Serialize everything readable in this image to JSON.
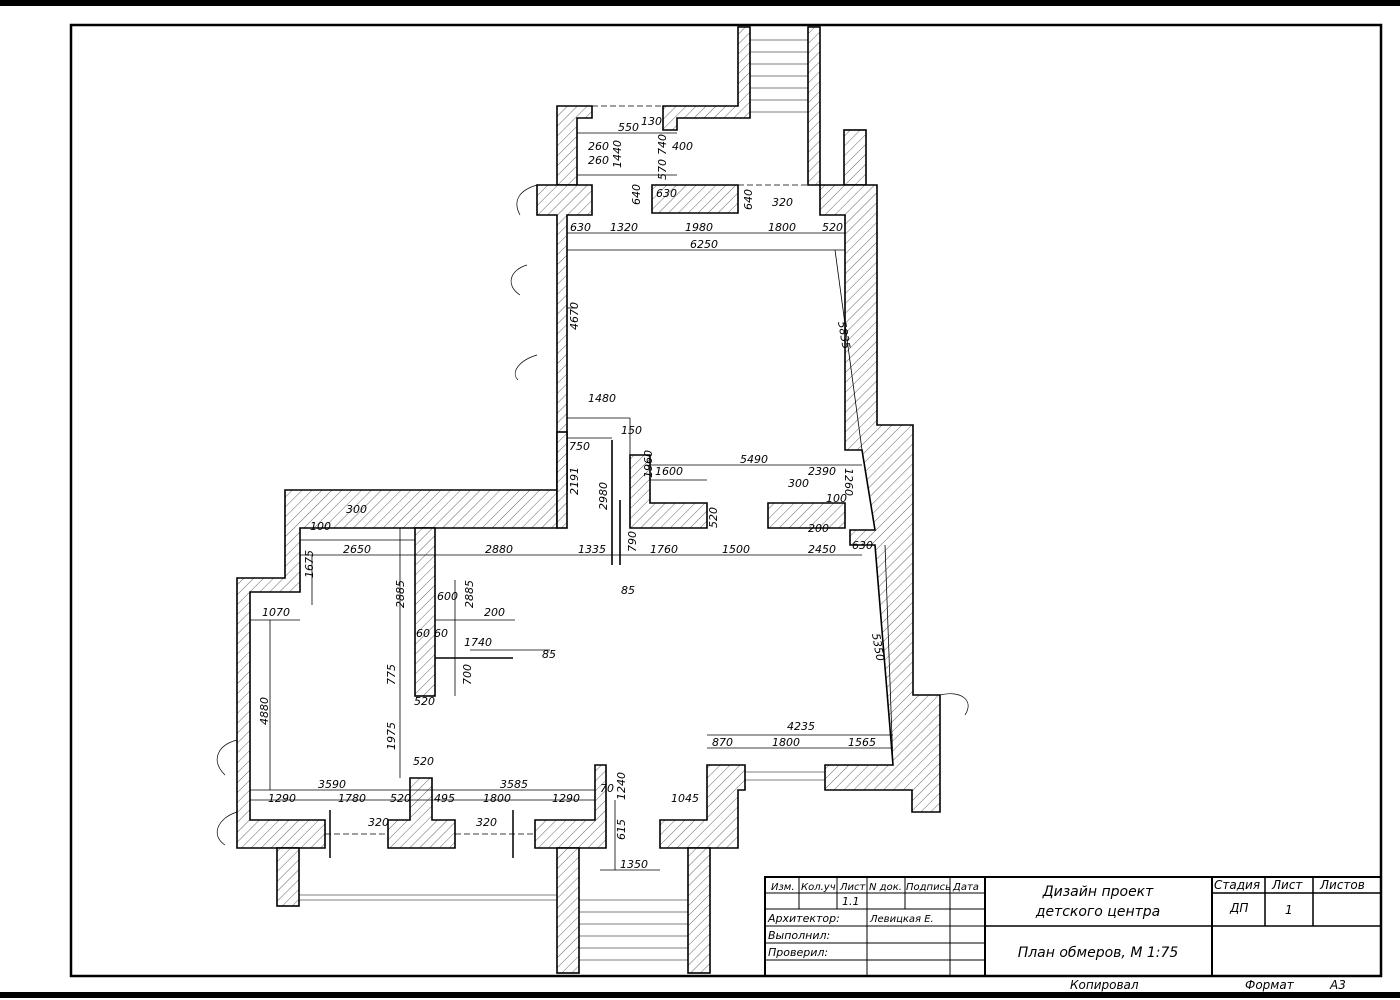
{
  "dimensions": {
    "d550": "550",
    "d130": "130",
    "d260a": "260",
    "d260b": "260",
    "d1440": "1440",
    "d740": "740",
    "d400": "400",
    "d570": "570",
    "d640a": "640",
    "d630top": "630",
    "d640b": "640",
    "d320top": "320",
    "d630": "630",
    "d1320": "1320",
    "d1980": "1980",
    "d1800top": "1800",
    "d520top": "520",
    "d6250": "6250",
    "d4670": "4670",
    "d5835": "5835",
    "d1480": "1480",
    "d150": "150",
    "d750": "750",
    "d1960": "1960",
    "d1600": "1600",
    "d5490": "5490",
    "d2390": "2390",
    "d1260": "1260",
    "d2191": "2191",
    "d2980": "2980",
    "d300a": "300",
    "d100a": "100",
    "d520mid": "520",
    "d200mid": "200",
    "d630mid": "630",
    "d300b": "300",
    "d100b": "100",
    "d2650": "2650",
    "d2880": "2880",
    "d1335": "1335",
    "d790": "790",
    "d1760": "1760",
    "d1500": "1500",
    "d2450": "2450",
    "d85a": "85",
    "d1675": "1675",
    "d1070": "1070",
    "d2885a": "2885",
    "d600": "600",
    "d2885b": "2885",
    "d200b": "200",
    "d60a": "60",
    "d60b": "60",
    "d1740": "1740",
    "d85b": "85",
    "d775": "775",
    "d700": "700",
    "d520c": "520",
    "d5350": "5350",
    "d4880": "4880",
    "d1975": "1975",
    "d4235": "4235",
    "d870": "870",
    "d1800b": "1800",
    "d1565": "1565",
    "d520d": "520",
    "d3590": "3590",
    "d3585": "3585",
    "d1240": "1240",
    "d70": "70",
    "d1290a": "1290",
    "d1780": "1780",
    "d520e": "520",
    "d495": "495",
    "d1800c": "1800",
    "d1290b": "1290",
    "d1045": "1045",
    "d320a": "320",
    "d320b": "320",
    "d615": "615",
    "d1350": "1350"
  },
  "title_block": {
    "col_izm": "Изм.",
    "col_koluch": "Кол.уч",
    "col_list": "Лист",
    "col_ndok": "N док.",
    "col_podpis": "Подпись",
    "col_data": "Дата",
    "list_value": "1.1",
    "row_architect": "Архитектор:",
    "architect_name": "Левицкая Е.",
    "row_executed": "Выполнил:",
    "row_checked": "Проверил:",
    "project_line1": "Дизайн проект",
    "project_line2": "детского центра",
    "sheet_title": "План обмеров, М 1:75",
    "col_stage": "Стадия",
    "col_sheet": "Лист",
    "col_sheets": "Листов",
    "stage_value": "ДП",
    "sheet_value": "1",
    "copied": "Копировал",
    "format_label": "Формат",
    "format_value": "А3"
  }
}
